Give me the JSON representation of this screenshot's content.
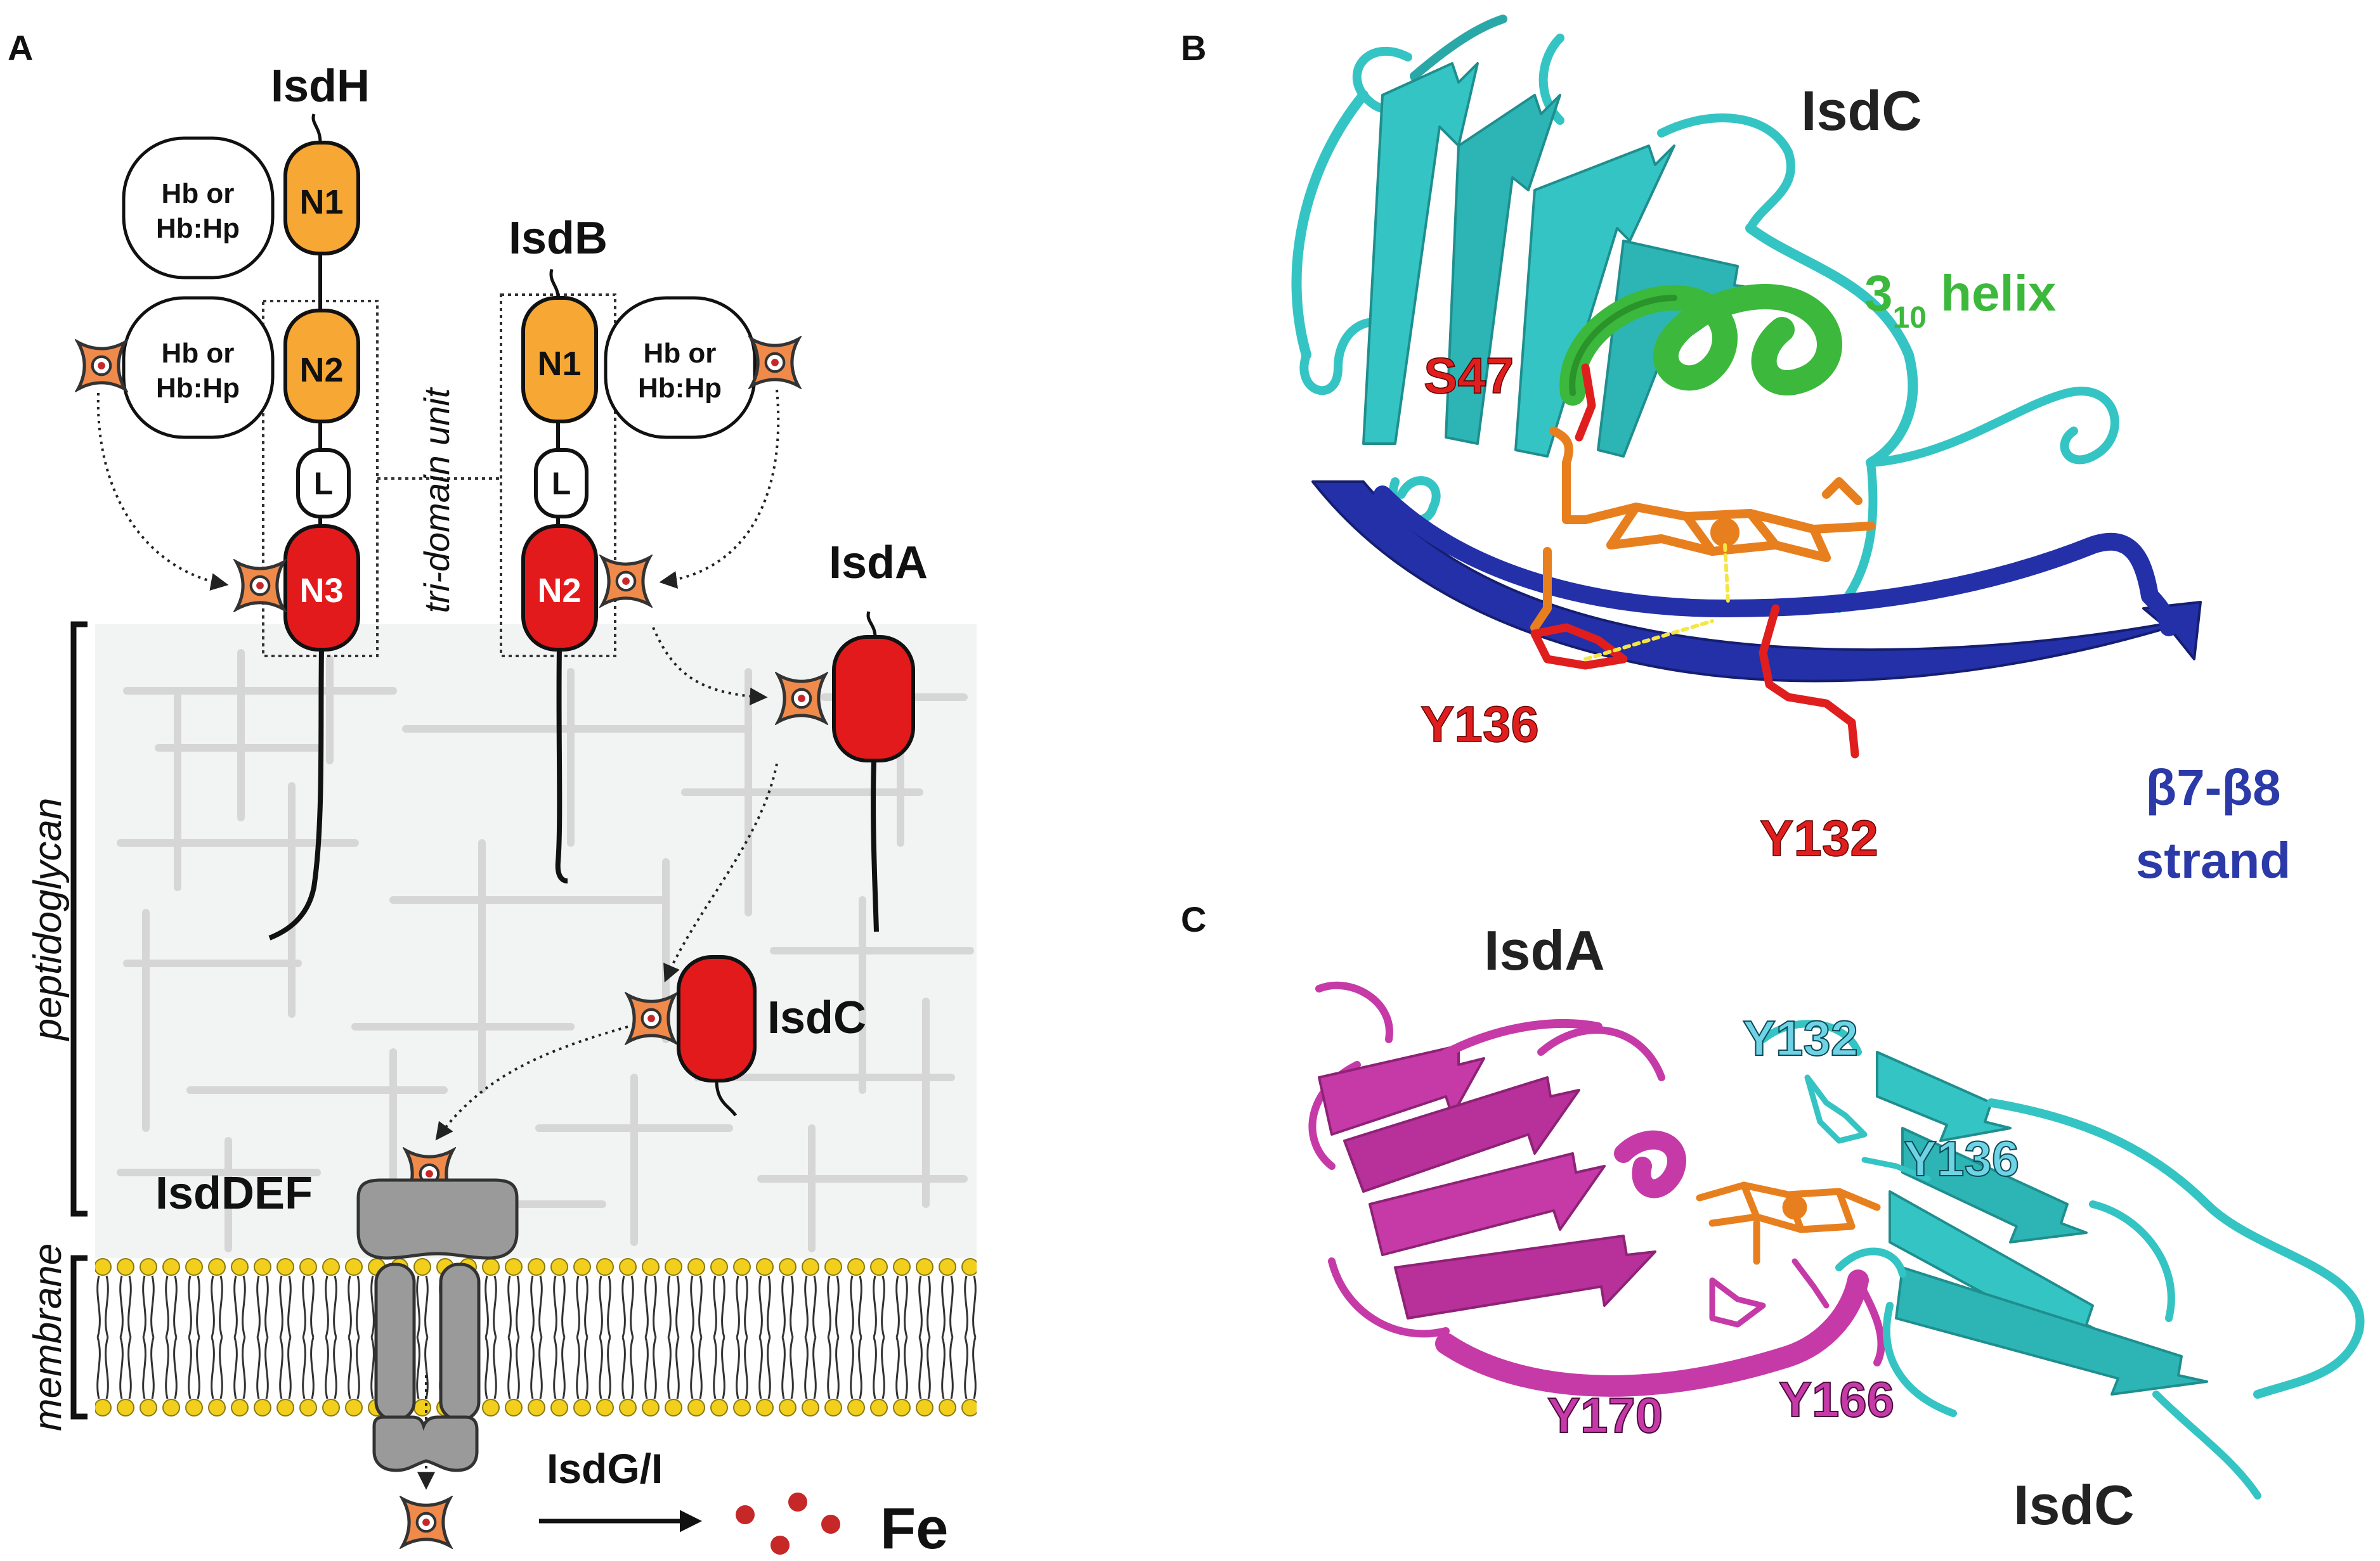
{
  "panels": {
    "a": {
      "letter": "A",
      "proteins": {
        "isdh": "IsdH",
        "isdb": "IsdB",
        "isda": "IsdA",
        "isdc": "IsdC",
        "isddef": "IsdDEF",
        "isdgi": "IsdG/I"
      },
      "domains": {
        "h_n1": "N1",
        "h_n2": "N2",
        "h_l": "L",
        "h_n3": "N3",
        "b_n1": "N1",
        "b_l": "L",
        "b_n2": "N2"
      },
      "hb_line1": "Hb or",
      "hb_line2": "Hb:Hp",
      "tri_domain_unit": "tri-domain unit",
      "peptidoglycan": "peptidoglycan",
      "membrane": "membrane",
      "iron": "Fe",
      "colors": {
        "neat_domain": "#f7a733",
        "heme_domain": "#e31a1c",
        "heme_icon": "#f08a4b",
        "transporter": "#9a9a9a",
        "lipid_head": "#f2cf1d",
        "iron_dot": "#c62828"
      }
    },
    "b": {
      "letter": "B",
      "title": "IsdC",
      "helix_main": "3",
      "helix_sub": "10",
      "helix_rest": " helix",
      "residues": [
        "S47",
        "Y136",
        "Y132"
      ],
      "strand_line1": "β7-β8",
      "strand_line2": "strand",
      "colors": {
        "cartoon": "#35c4c4",
        "helix": "#3cb83c",
        "strand": "#2430a8",
        "residue": "#e01e1e",
        "heme": "#e87f1e"
      }
    },
    "c": {
      "letter": "C",
      "isda": "IsdA",
      "isdc": "IsdC",
      "residues_isdc": [
        "Y132",
        "Y136"
      ],
      "residues_isda": [
        "Y170",
        "Y166"
      ],
      "colors": {
        "isda": "#c63aa8",
        "isdc": "#35c4c4",
        "heme": "#e87f1e"
      }
    }
  }
}
